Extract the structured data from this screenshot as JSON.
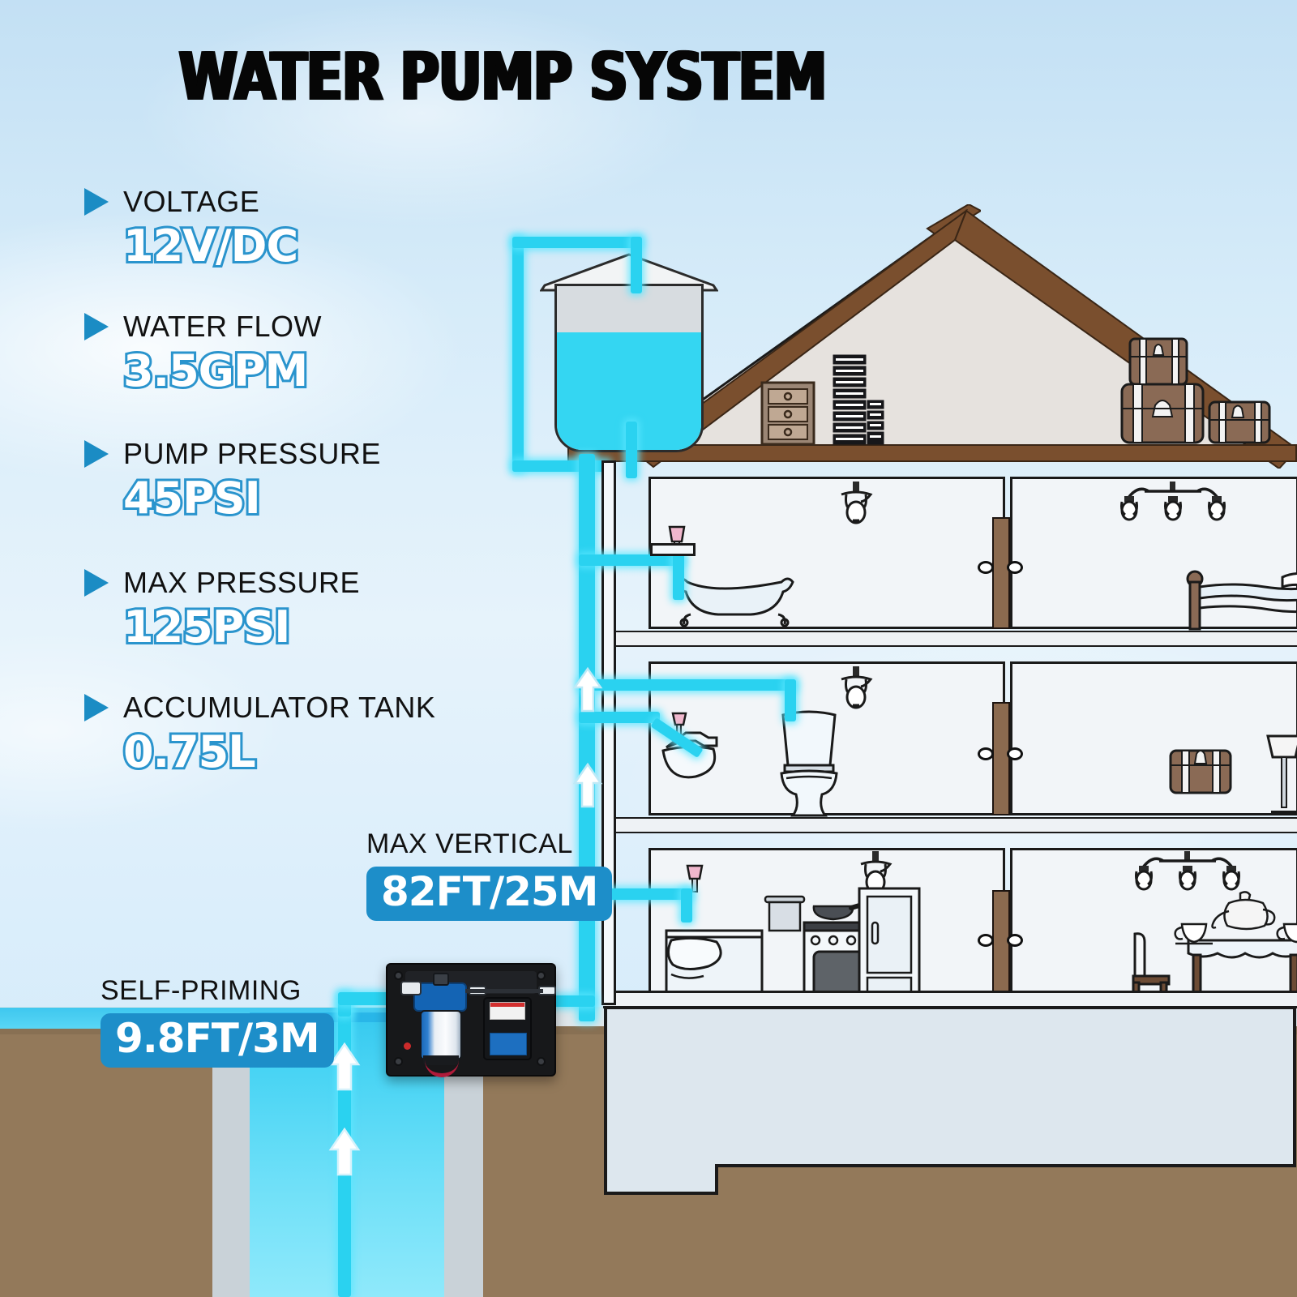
{
  "header": {
    "title": "WATER PUMP SYSTEM"
  },
  "specs": [
    {
      "bullet": "triangle-bullet",
      "label": "VOLTAGE",
      "value": "12V/DC"
    },
    {
      "bullet": "triangle-bullet",
      "label": "WATER FLOW",
      "value": "3.5GPM"
    },
    {
      "bullet": "triangle-bullet",
      "label": "PUMP PRESSURE",
      "value": "45PSI"
    },
    {
      "bullet": "triangle-bullet",
      "label": "MAX PRESSURE",
      "value": "125PSI"
    },
    {
      "bullet": "triangle-bullet",
      "label": "ACCUMULATOR TANK",
      "value": "0.75L"
    }
  ],
  "callouts": [
    {
      "label": "MAX VERTICAL",
      "value": "82FT/25M"
    },
    {
      "label": "SELF-PRIMING",
      "value": "9.8FT/3M"
    }
  ],
  "colors": {
    "accent_blue": "#1d8ec9",
    "value_stroke": "#2a94cd",
    "pipe_cyan": "#2ad2f0",
    "water_cyan": "#34d6f2",
    "soil_brown": "#93795a",
    "roof_brown": "#7a4f2e",
    "panel_black": "#17181a",
    "pump_blue": "#1464b4",
    "sky_top": "#c3e0f4",
    "sky_bottom": "#cfe8f9"
  },
  "scene": {
    "title": "house cutaway with water pump system",
    "tank": {
      "name": "rooftop water storage tank",
      "fill_percent": 72
    },
    "floors": [
      {
        "name": "attic",
        "items": [
          "dresser",
          "book-stack",
          "suitcase-large",
          "suitcase-medium",
          "suitcase-small"
        ]
      },
      {
        "name": "second-floor",
        "items": [
          "bathtub",
          "faucet",
          "pendant-light",
          "chandelier",
          "bed"
        ]
      },
      {
        "name": "first-floor",
        "items": [
          "sink",
          "faucet",
          "toilet",
          "pendant-light",
          "chandelier",
          "suitcase",
          "floor-lamp"
        ]
      },
      {
        "name": "ground-floor",
        "items": [
          "kitchen-sink",
          "pot",
          "stove",
          "frying-pan",
          "refrigerator",
          "pendant-light",
          "chandelier",
          "dining-chair",
          "dining-table",
          "teapot",
          "teacup"
        ]
      }
    ],
    "pump_unit": {
      "name": "wall-mounted water pump panel",
      "components": [
        "diaphragm-pump",
        "accumulator-tank",
        "pressure-gauge",
        "inlet-fitting",
        "outlet-fitting",
        "power-wire"
      ]
    },
    "well": {
      "name": "water well shaft",
      "flow_direction": "up",
      "arrow_count": 5
    }
  }
}
